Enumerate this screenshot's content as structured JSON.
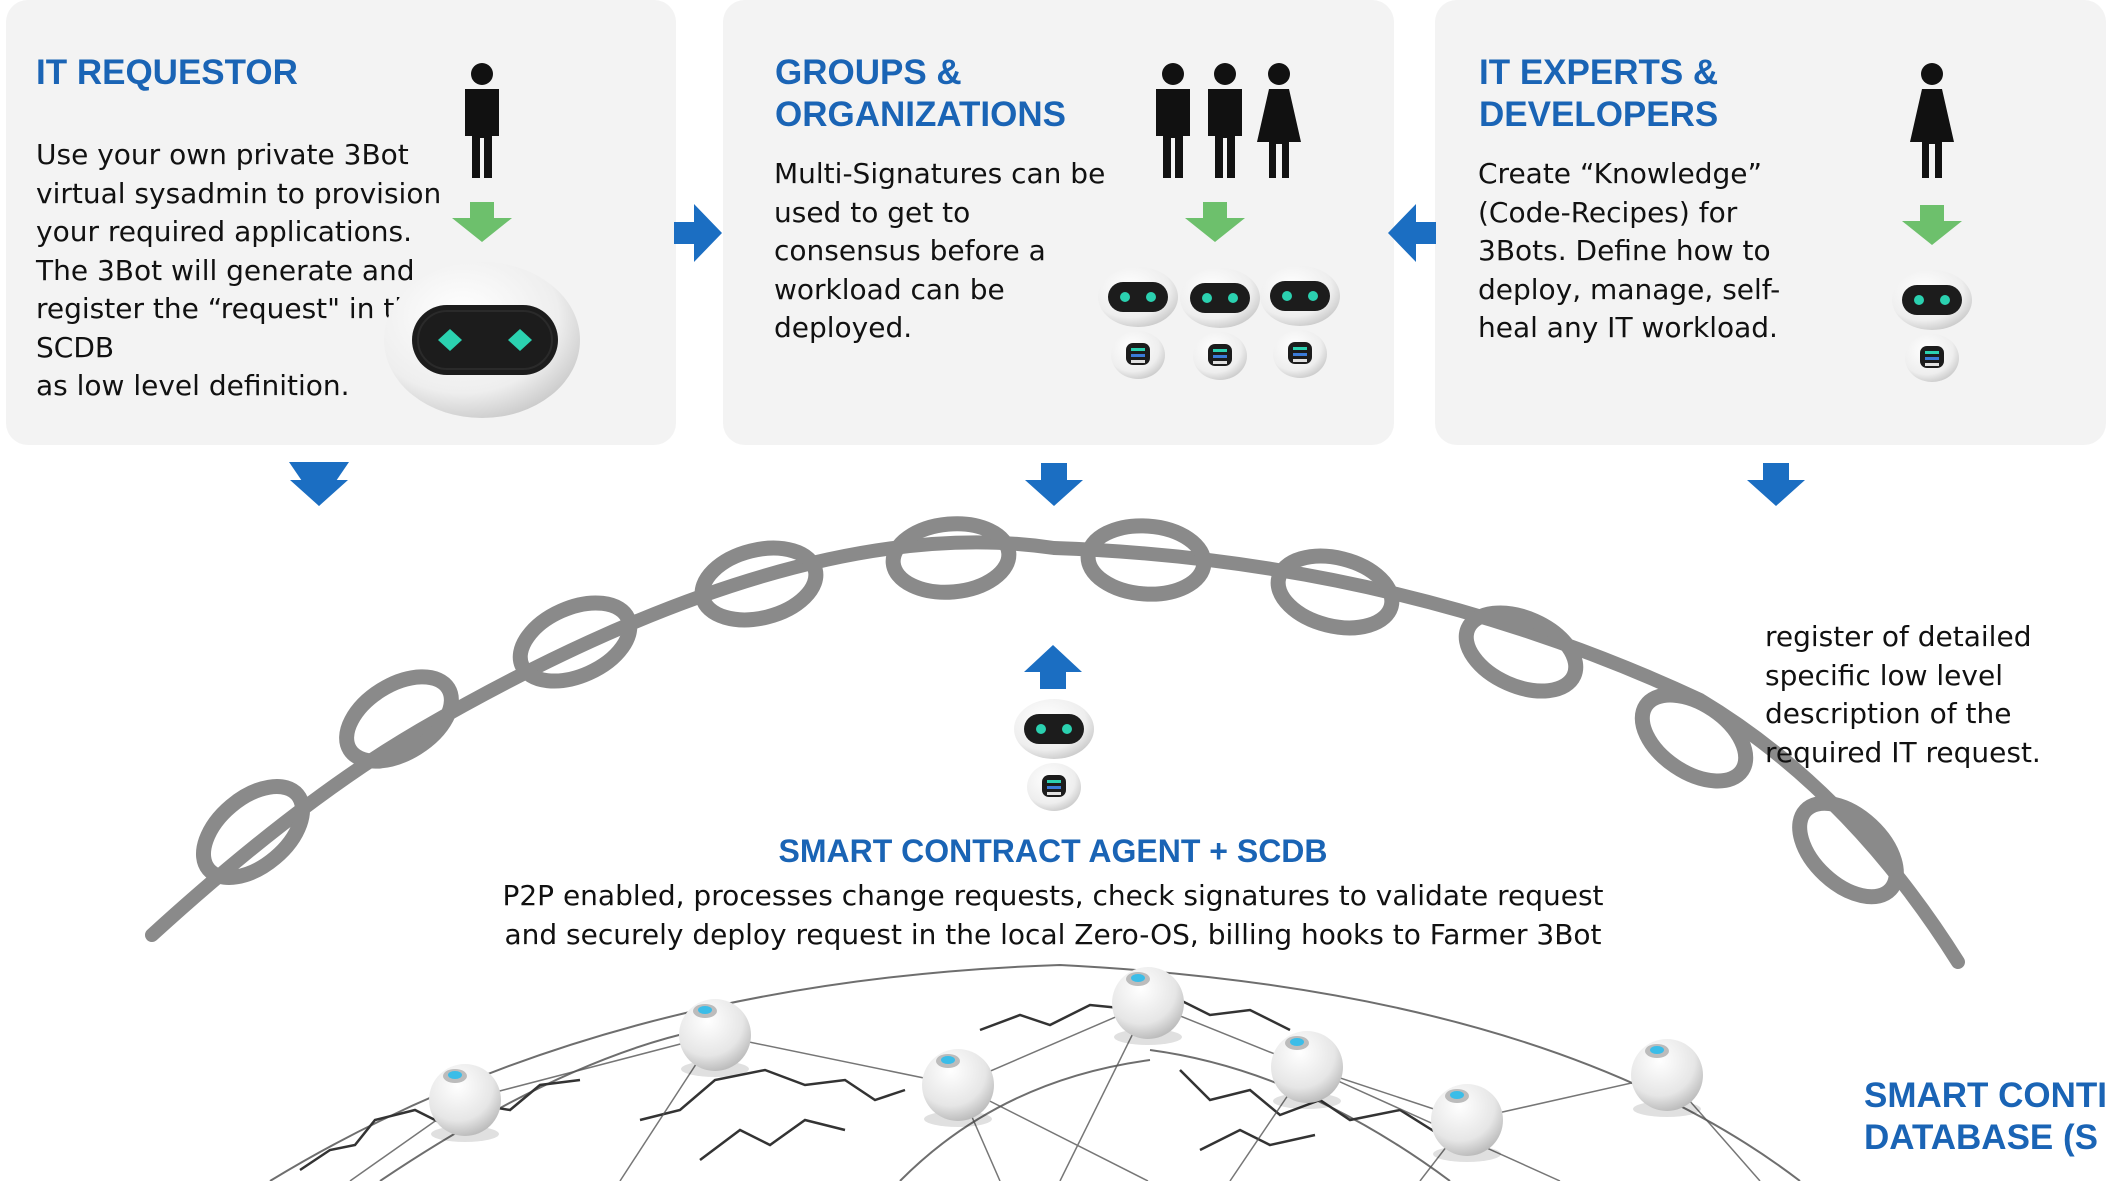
{
  "panels": {
    "requestor": {
      "title": "IT REQUESTOR",
      "body": "Use your own private 3Bot\nvirtual sysadmin to provision\nyour required applications.\nThe 3Bot will generate and\nregister the “request\" in the\nSCDB\nas low level definition."
    },
    "groups": {
      "title": "GROUPS &\nORGANIZATIONS",
      "body": "Multi-Signatures can be\nused to get to\nconsensus before a\nworkload can be\ndeployed."
    },
    "experts": {
      "title": "IT EXPERTS &\nDEVELOPERS",
      "body": "Create “Knowledge”\n(Code-Recipes) for\n3Bots. Define how to\ndeploy, manage, self-\nheal any IT workload."
    }
  },
  "agent": {
    "title": "SMART CONTRACT AGENT + SCDB",
    "body": "P2P enabled, processes change requests, check signatures to validate request\nand securely deploy request in the local Zero-OS, billing hooks to Farmer 3Bot"
  },
  "side_note": "register of detailed\nspecific low level\ndescription of the\nrequired IT request.",
  "scdb_label": "SMART CONTI\nDATABASE (S",
  "colors": {
    "title_blue": "#1a64b5",
    "arrow_blue": "#1b6ec2",
    "arrow_green": "#6dc06c",
    "chain_gray": "#8a8a8a",
    "panel_bg": "#f3f3f3",
    "bot_eye": "#2bd1b0"
  },
  "icons": {
    "person": "person-icon",
    "bot": "3bot-icon",
    "globe": "globe-network-icon",
    "chain": "blockchain-chain-icon"
  }
}
